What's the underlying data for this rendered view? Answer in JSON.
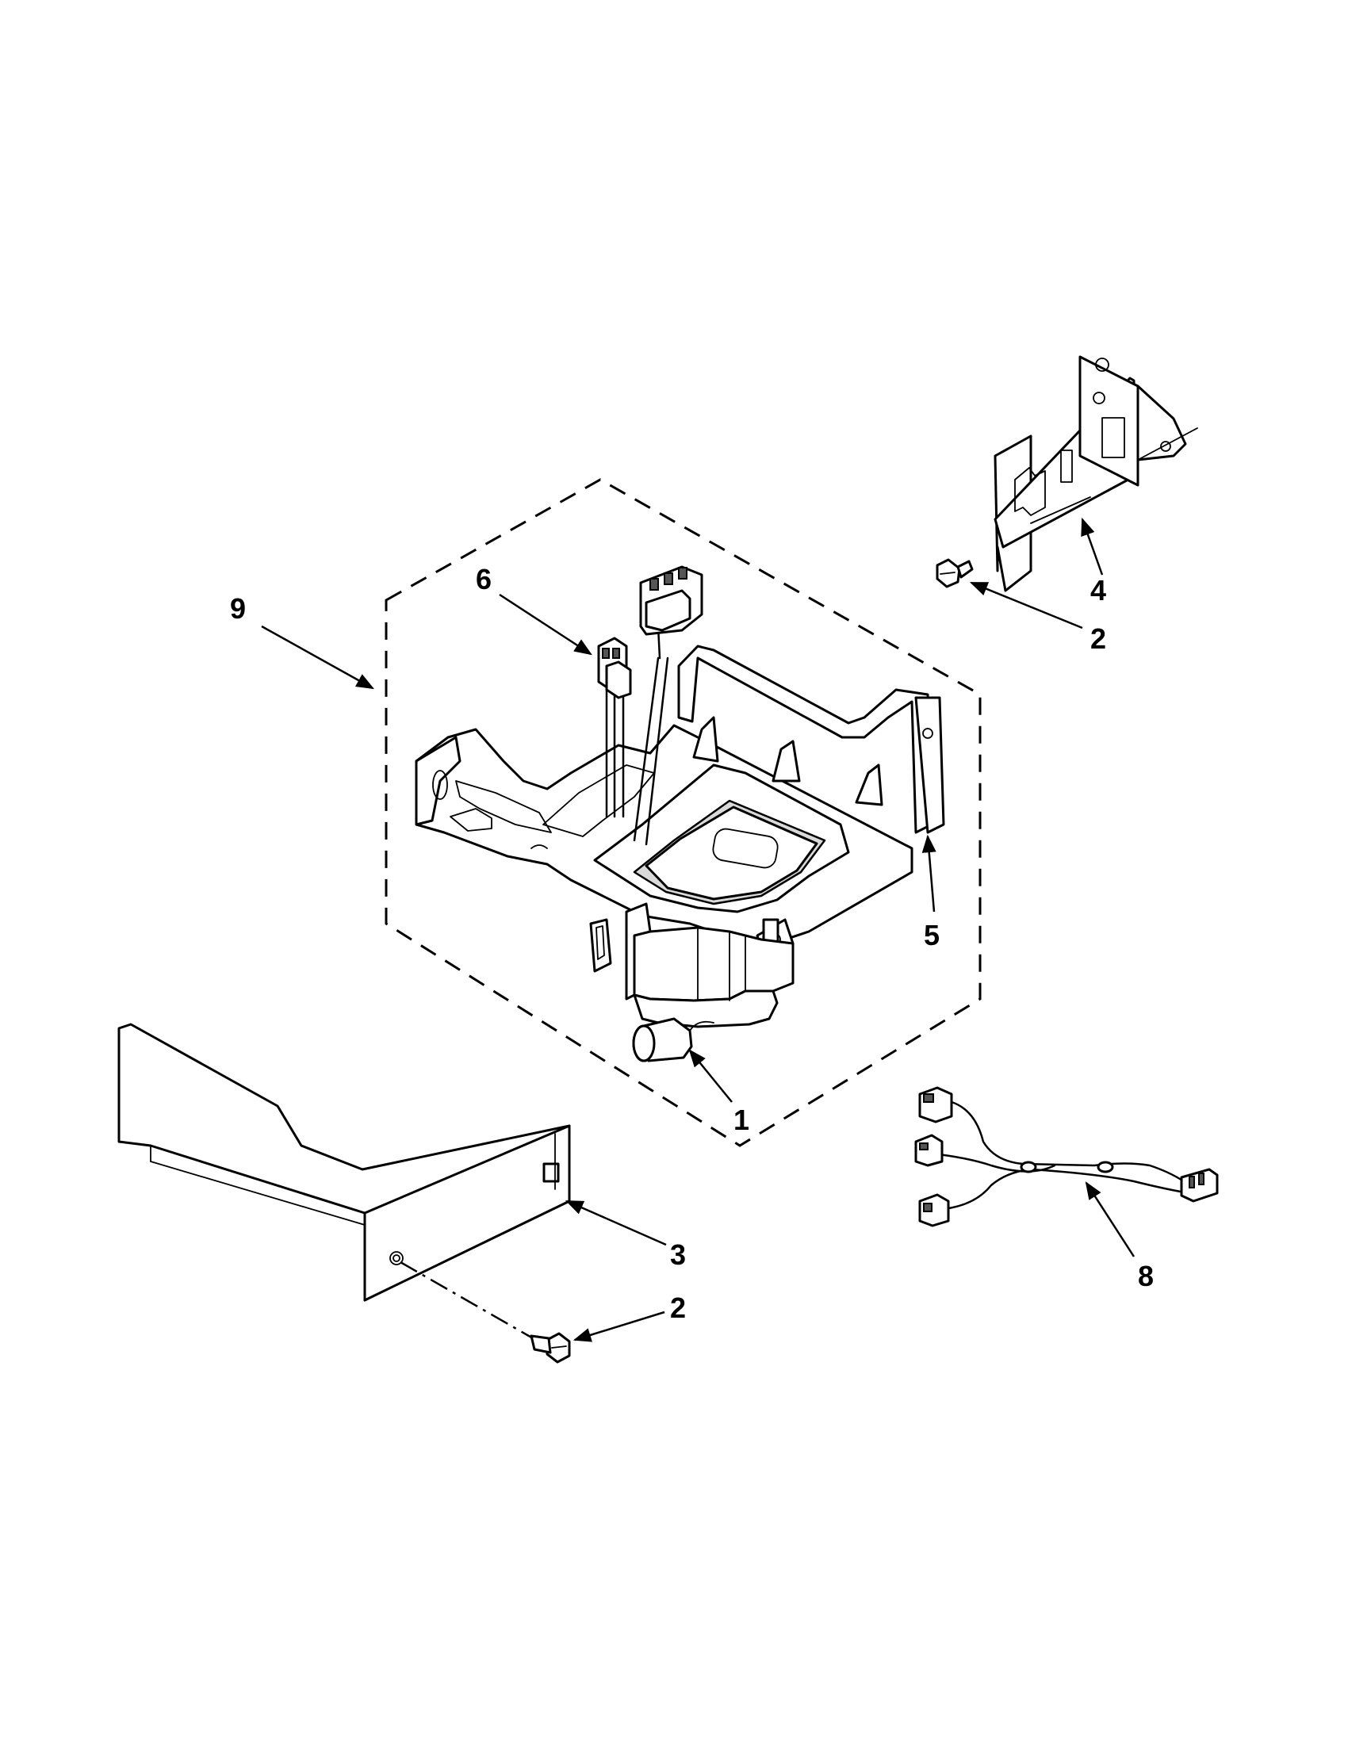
{
  "callouts": [
    {
      "key": "callout_1",
      "label": "1"
    },
    {
      "key": "callout_2_upper",
      "label": "2"
    },
    {
      "key": "callout_2_lower",
      "label": "2"
    },
    {
      "key": "callout_3",
      "label": "3"
    },
    {
      "key": "callout_4",
      "label": "4"
    },
    {
      "key": "callout_5",
      "label": "5"
    },
    {
      "key": "callout_6",
      "label": "6"
    },
    {
      "key": "callout_8",
      "label": "8"
    },
    {
      "key": "callout_9",
      "label": "9"
    }
  ],
  "labels": {
    "c1": "1",
    "c2a": "2",
    "c2b": "2",
    "c3": "3",
    "c4": "4",
    "c5": "5",
    "c6": "6",
    "c8": "8",
    "c9": "9"
  }
}
